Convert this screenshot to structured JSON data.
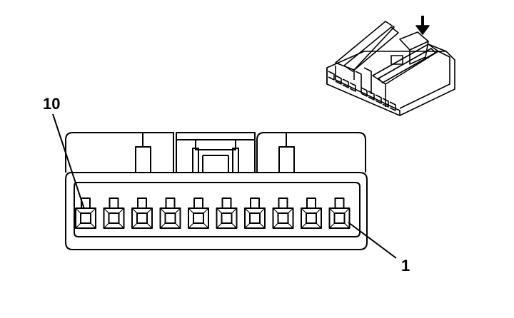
{
  "diagram": {
    "pin_label_left": "10",
    "pin_label_right": "1",
    "pin_count": 10,
    "indicator": "down-arrow-icon"
  }
}
